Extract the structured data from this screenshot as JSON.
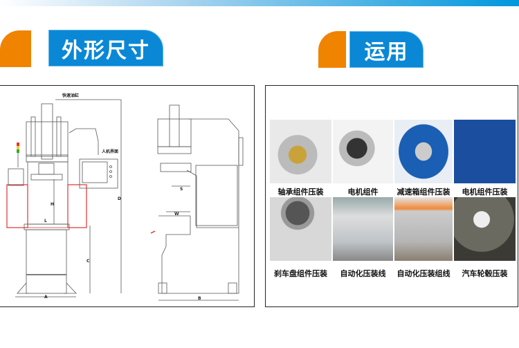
{
  "header_left": {
    "title": "外形尺寸"
  },
  "header_right": {
    "title": "运用"
  },
  "drawing": {
    "callouts": [
      "快速油缸",
      "人机界面"
    ],
    "dimensions": [
      "A",
      "B",
      "C",
      "D",
      "H",
      "L",
      "S",
      "W"
    ]
  },
  "applications": [
    {
      "label": "轴承组件压装"
    },
    {
      "label": "电机组件"
    },
    {
      "label": "减速箱组件压装"
    },
    {
      "label": "电机组件压装"
    },
    {
      "label": "刹车盘组件压装"
    },
    {
      "label": "自动化压装线"
    },
    {
      "label": "自动化压装组线"
    },
    {
      "label": "汽车轮毂压装"
    }
  ],
  "colors": {
    "accent_blue": "#0a88d6",
    "accent_orange": "#f08300"
  }
}
